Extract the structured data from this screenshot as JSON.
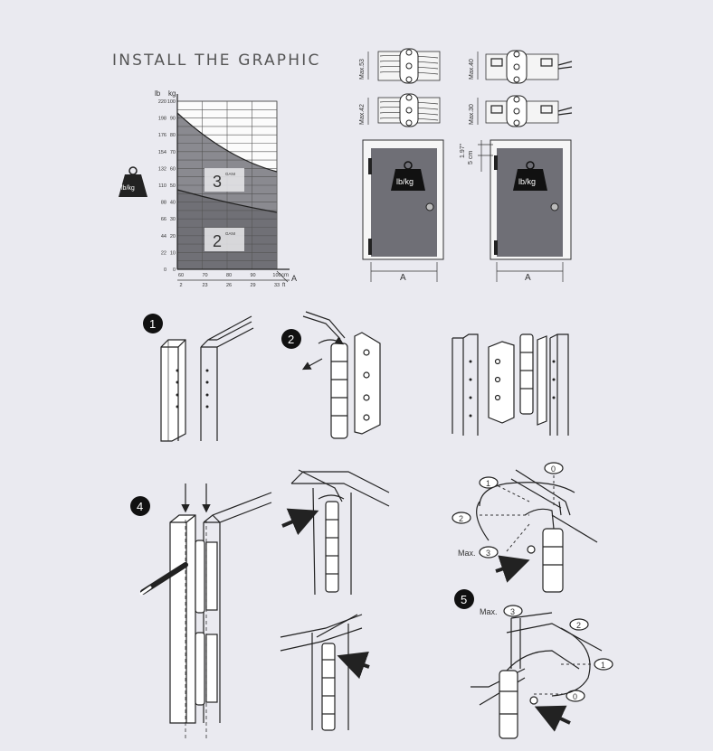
{
  "title": "INSTALL THE GRAPHIC",
  "chart": {
    "unit_lb": "lb",
    "unit_kg": "kg",
    "lb_ticks": [
      "220",
      "198",
      "176",
      "154",
      "132",
      "110",
      "88",
      "66",
      "44",
      "22",
      "0"
    ],
    "kg_ticks": [
      "100",
      "90",
      "80",
      "70",
      "60",
      "50",
      "40",
      "30",
      "20",
      "10",
      "0"
    ],
    "cm_ticks": [
      "60",
      "70",
      "80",
      "90",
      "100"
    ],
    "ft_ticks": [
      "2",
      "23",
      "26",
      "29",
      "33"
    ],
    "cm_unit": "cm",
    "ft_unit": "ft",
    "axis_a": "A",
    "zone_upper": "3",
    "zone_lower": "2",
    "weight_icon_label": "lb/kg"
  },
  "dims": {
    "max53": "Max.53",
    "max42": "Max.42",
    "max40": "Max.40",
    "max30": "Max.30",
    "in197": "1.97\"",
    "cm5": "5 cm"
  },
  "doors": {
    "weight_label": "lb/kg",
    "width_label": "A"
  },
  "steps": {
    "s1": "1",
    "s2": "2",
    "s4": "4",
    "s5": "5"
  },
  "adjust_top": {
    "max_label": "Max.",
    "c0": "0",
    "c1": "1",
    "c2": "2",
    "c3": "3"
  },
  "adjust_bottom": {
    "max_label": "Max.",
    "c0": "0",
    "c1": "1",
    "c2": "2",
    "c3": "3"
  }
}
